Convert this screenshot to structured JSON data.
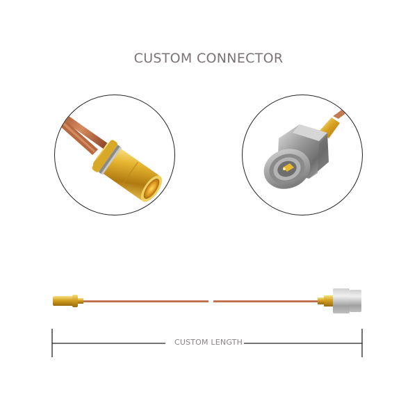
{
  "header": {
    "title": "CUSTOM CONNECTOR"
  },
  "detail_views": [
    {
      "name": "left-connector-closeup",
      "description": "Gold-plated female bullet connector on copper semi-rigid cable"
    },
    {
      "name": "right-connector-closeup",
      "description": "Stainless steel SMA male plug with hex nut on copper cable"
    }
  ],
  "cable_assembly": {
    "left_end": "gold bullet jack",
    "right_end": "SMA male plug",
    "cable_color": "#b86a45",
    "gold_color": "#d4a020",
    "steel_color": "#a8a8a8"
  },
  "dimension": {
    "label": "CUSTOM LENGTH"
  }
}
